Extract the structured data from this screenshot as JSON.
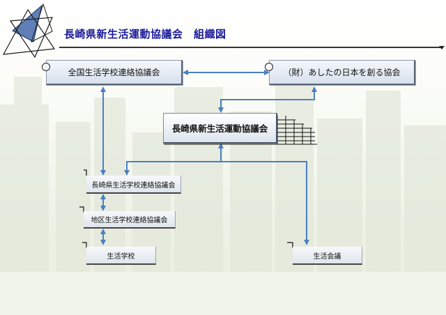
{
  "title": "長崎県新生活運動協議会　組織図",
  "nodes": {
    "national_council": "全国生活学校連絡協議会",
    "foundation": "（財）あしたの日本を創る協会",
    "center": "長崎県新生活運動協議会",
    "pref_council": "長崎県生活学校連絡協議会",
    "district_council": "地区生活学校連絡協議会",
    "life_school": "生活学校",
    "life_council": "生活会議"
  },
  "colors": {
    "title": "#1a1a9a",
    "arrow": "#4a7fc0",
    "logo_fill": "#5f7fb6"
  }
}
